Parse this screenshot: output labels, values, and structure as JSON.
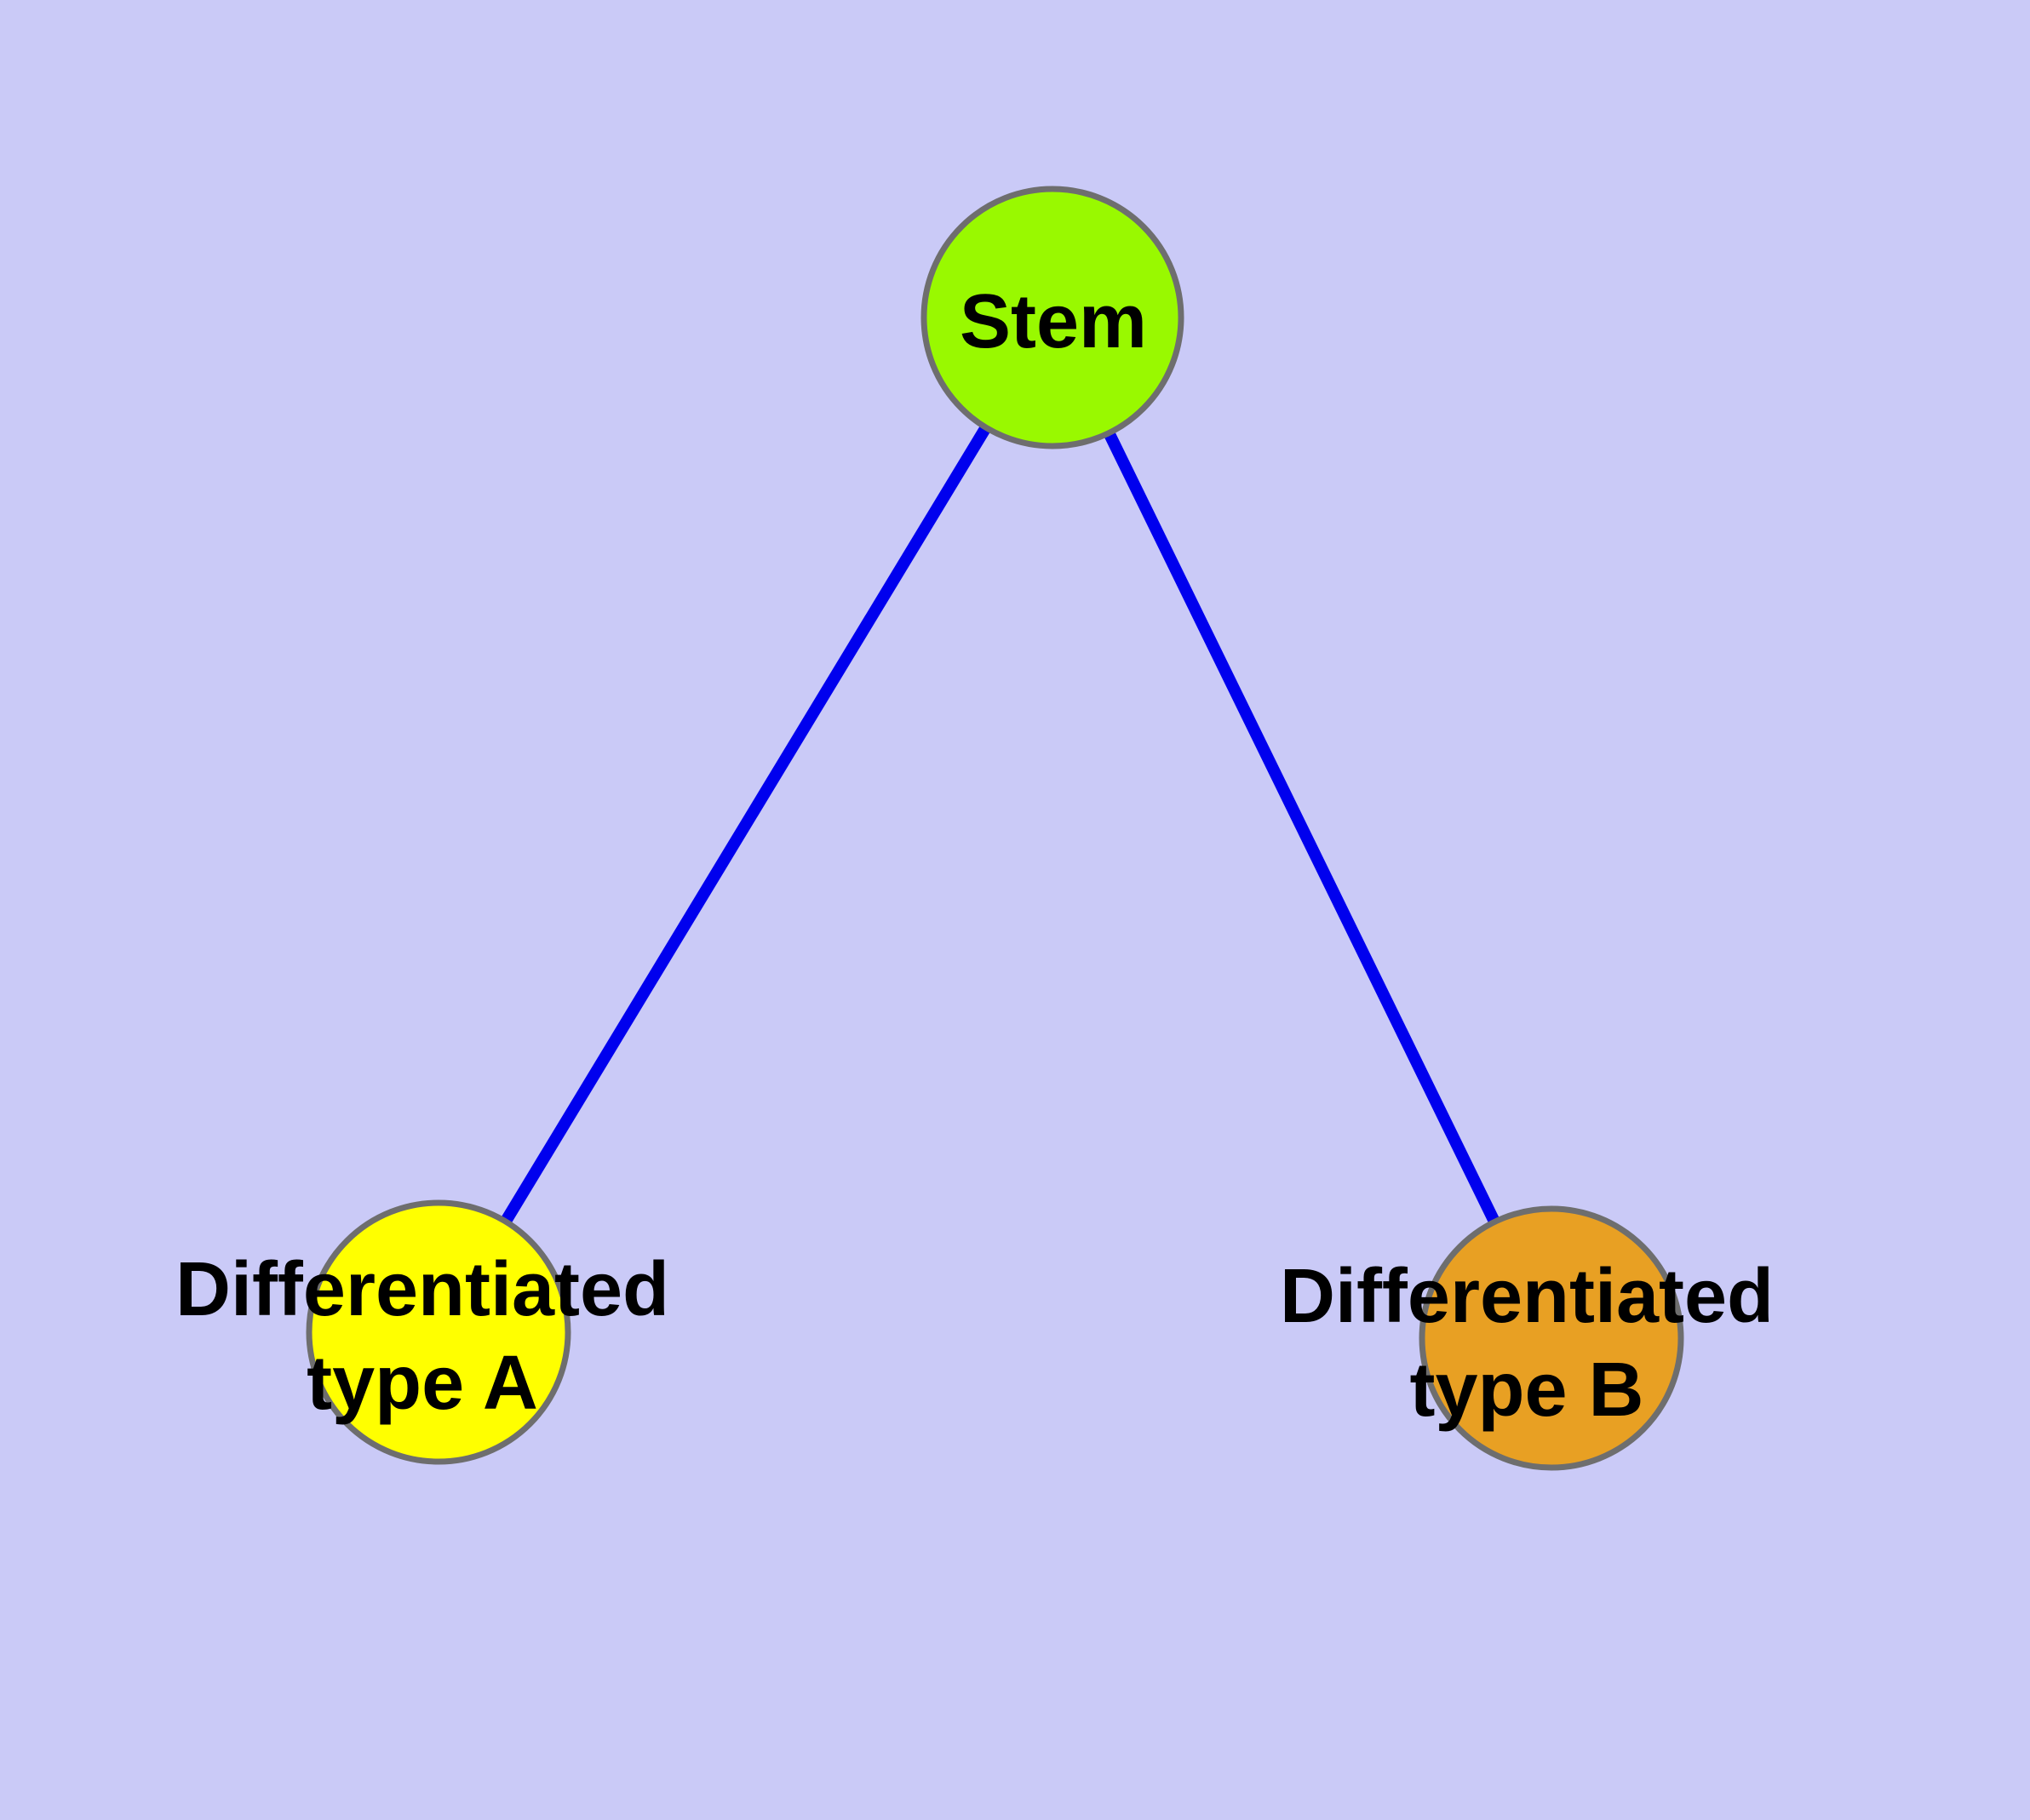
{
  "diagram": {
    "title": "",
    "type": "node-link-tree",
    "colors": {
      "background": "#CACAF7",
      "edge": "#0000EE",
      "node_border": "#6E6E6E",
      "label_text": "#000000"
    },
    "nodes": [
      {
        "id": "stem",
        "label": "Stem",
        "label_lines": [
          "Stem"
        ],
        "fill": "#99F900"
      },
      {
        "id": "type-a",
        "label": "Differentiated type A",
        "label_lines": [
          "Differentiated",
          "type A"
        ],
        "fill": "#FFFF00"
      },
      {
        "id": "type-b",
        "label": "Differentiated type B",
        "label_lines": [
          "Differentiated",
          "type B"
        ],
        "fill": "#E8A023"
      }
    ],
    "edges": [
      {
        "from": "stem",
        "to": "type-a"
      },
      {
        "from": "stem",
        "to": "type-b"
      }
    ]
  }
}
